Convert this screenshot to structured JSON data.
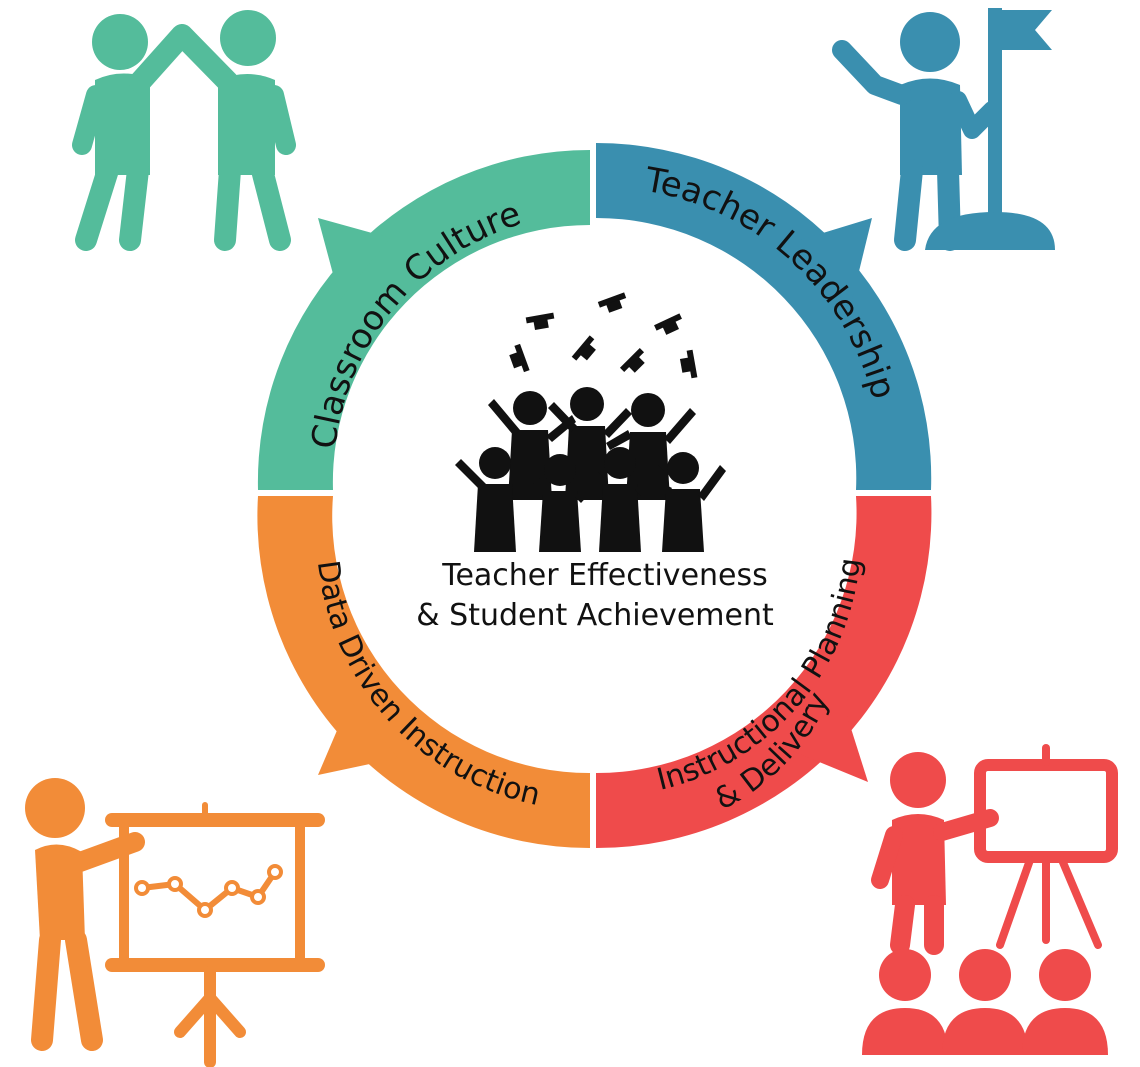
{
  "center": {
    "line1": "Teacher Effectiveness",
    "line2": "& Student Achievement"
  },
  "segments": [
    {
      "key": "classroom",
      "label": "Classroom Culture",
      "color": "#54bc9b"
    },
    {
      "key": "leadership",
      "label": "Teacher Leadership",
      "color": "#3a8faf"
    },
    {
      "key": "instructional_line1",
      "label": "Instructional Planning",
      "color": "#ef4b4b"
    },
    {
      "key": "instructional_line2",
      "label": "& Delivery",
      "color": "#ef4b4b"
    },
    {
      "key": "data",
      "label": "Data Driven Instruction",
      "color": "#f28c38"
    }
  ],
  "icons": {
    "top_left": "high-five-people-icon",
    "top_right": "person-with-flag-icon",
    "bottom_left": "presenter-with-chart-icon",
    "bottom_right": "teacher-at-easel-with-students-icon",
    "center": "graduates-throwing-caps-icon"
  }
}
